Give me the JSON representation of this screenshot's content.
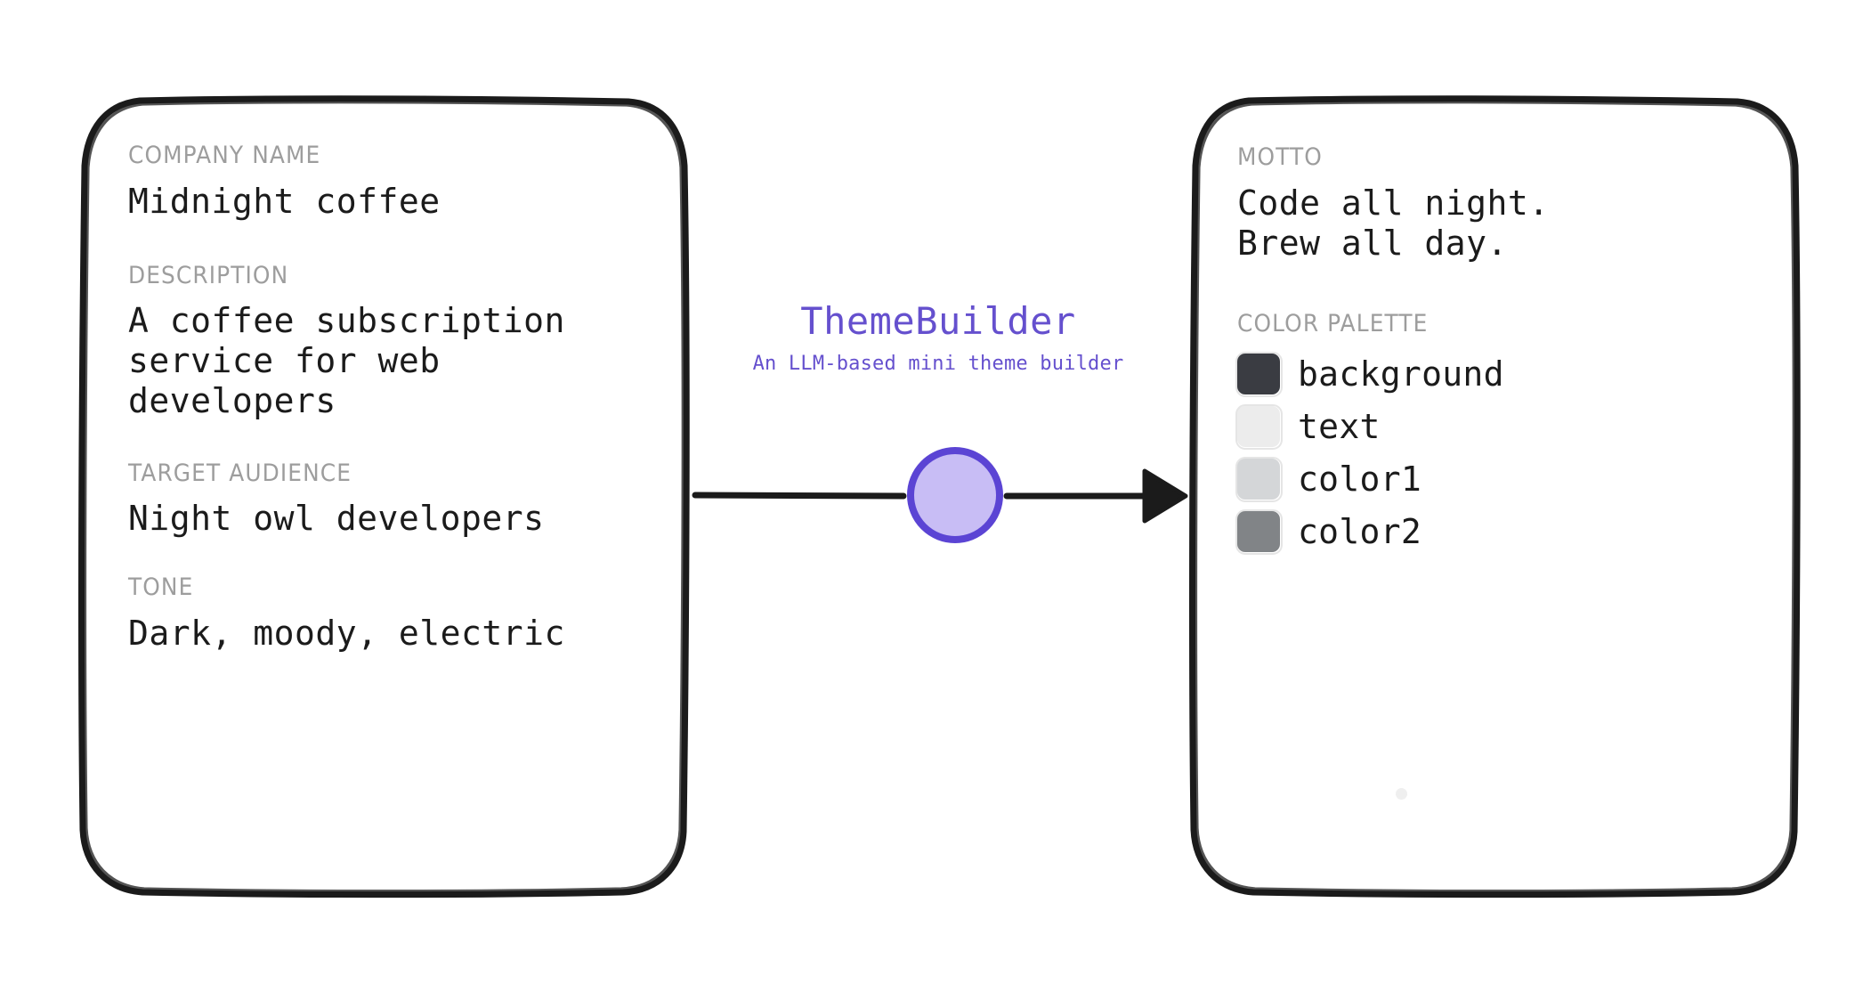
{
  "meta": {
    "background_color": "#ffffff",
    "ink_color": "#1b1b1b",
    "label_color": "#9d9d9d",
    "accent_color": "#6550CE",
    "accent_fill": "#C8BDF5"
  },
  "center": {
    "title": "ThemeBuilder",
    "subtitle": "An LLM-based mini theme builder",
    "node_icon": "circle-node-icon",
    "arrow_icon": "arrow-right-icon"
  },
  "input_card": {
    "name": "input-card",
    "fields": [
      {
        "id": "company",
        "label": "COMPANY NAME",
        "value": "Midnight coffee"
      },
      {
        "id": "desc",
        "label": "DESCRIPTION",
        "value": "A coffee subscription\nservice for web\ndevelopers"
      },
      {
        "id": "audience",
        "label": "TARGET AUDIENCE",
        "value": "Night owl developers"
      },
      {
        "id": "tone",
        "label": "TONE",
        "value": "Dark, moody, electric"
      }
    ]
  },
  "output_card": {
    "name": "output-card",
    "motto_label": "MOTTO",
    "motto_value": "Code all night.\nBrew all day.",
    "palette_label": "COLOR PALETTE",
    "palette": [
      {
        "name": "background",
        "hex": "#3a3c42"
      },
      {
        "name": "text",
        "hex": "#ececec"
      },
      {
        "name": "color1",
        "hex": "#d4d6d8"
      },
      {
        "name": "color2",
        "hex": "#818487"
      }
    ],
    "dot_color": "#efefef"
  }
}
